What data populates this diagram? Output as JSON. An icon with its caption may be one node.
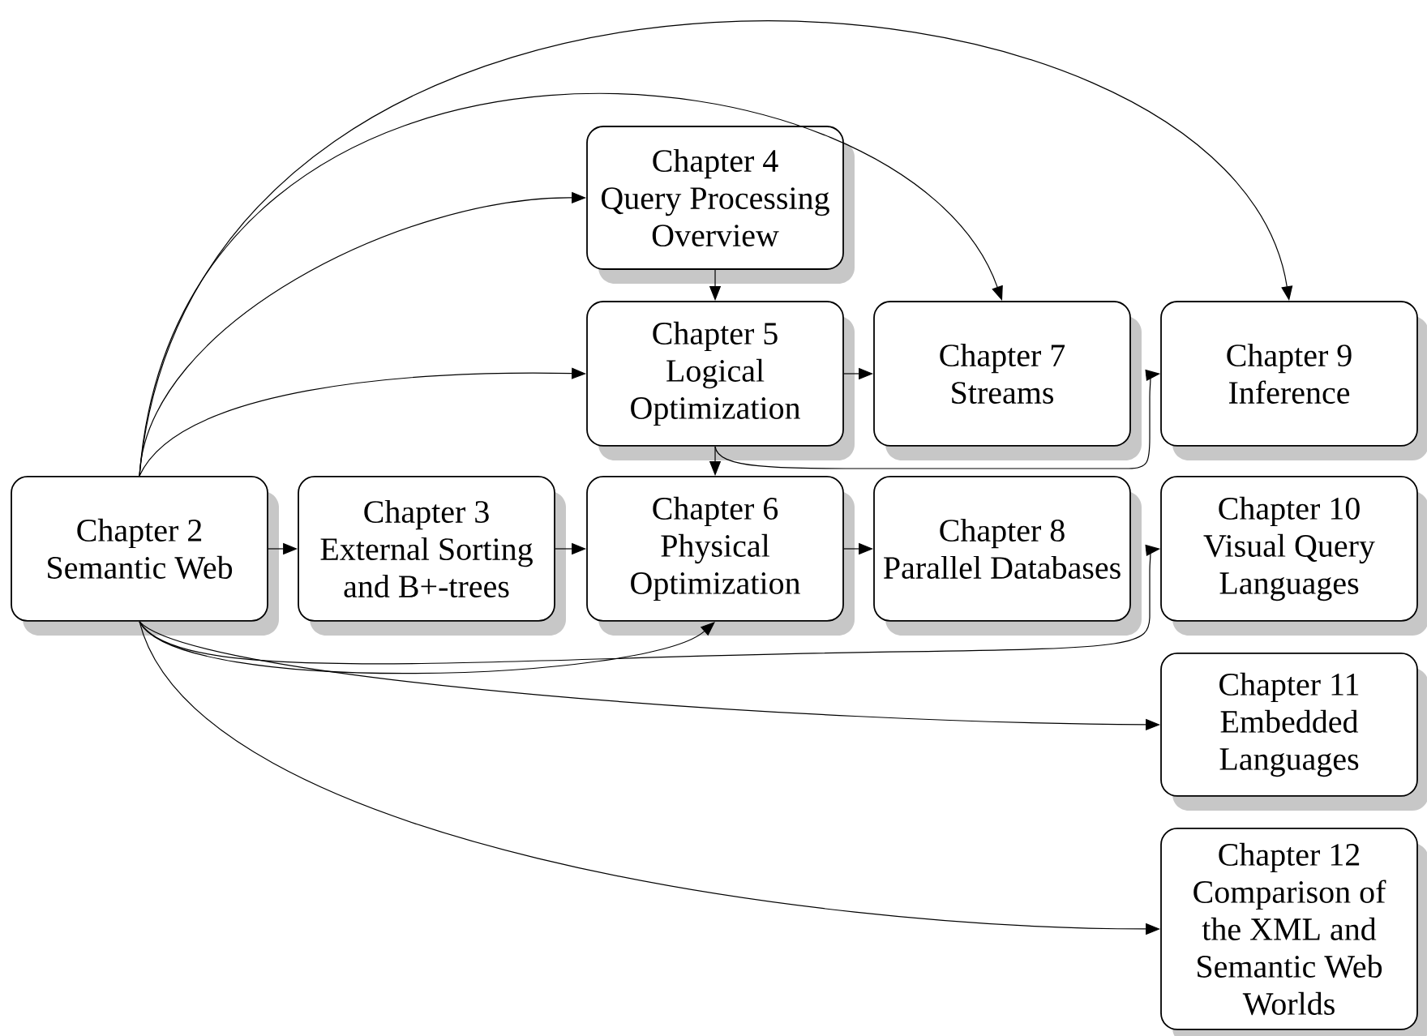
{
  "diagram": {
    "nodes": [
      {
        "text": [
          "Chapter 2",
          "Semantic Web"
        ]
      },
      {
        "text": [
          "Chapter 3",
          "External Sorting and B+-trees"
        ]
      },
      {
        "text": [
          "Chapter 4",
          "Query Processing Overview"
        ]
      },
      {
        "text": [
          "Chapter 5",
          "Logical Optimization"
        ]
      },
      {
        "text": [
          "Chapter 6",
          "Physical Optimization"
        ]
      },
      {
        "text": [
          "Chapter 7",
          "Streams"
        ]
      },
      {
        "text": [
          "Chapter 8",
          "Parallel Databases"
        ]
      },
      {
        "text": [
          "Chapter 9",
          "Inference"
        ]
      },
      {
        "text": [
          "Chapter 10",
          "Visual Query Languages"
        ]
      },
      {
        "text": [
          "Chapter 11",
          "Embedded Languages"
        ]
      },
      {
        "text": [
          "Chapter 12",
          "Comparison of the XML and Semantic Web Worlds"
        ]
      }
    ],
    "edges": [
      {
        "from": 0,
        "to": 1,
        "arrow": "to"
      },
      {
        "from": 1,
        "to": 4,
        "arrow": "to"
      },
      {
        "from": 4,
        "to": 6,
        "arrow": "to"
      },
      {
        "from": 2,
        "to": 3,
        "arrow": "to"
      },
      {
        "from": 3,
        "to": 4,
        "arrow": "to"
      },
      {
        "from": 3,
        "to": 5,
        "arrow": "to"
      },
      {
        "from": 3,
        "to": 7,
        "arrow": "to"
      },
      {
        "from": 0,
        "to": 2,
        "arrow": "to"
      },
      {
        "from": 0,
        "to": 3,
        "arrow": "to"
      },
      {
        "from": 0,
        "to": 5,
        "arrow": "to"
      },
      {
        "from": 0,
        "to": 7,
        "arrow": "to"
      },
      {
        "from": 0,
        "to": 4,
        "arrow": "to"
      },
      {
        "from": 0,
        "to": 8,
        "arrow": "to"
      },
      {
        "from": 0,
        "to": 9,
        "arrow": "to"
      },
      {
        "from": 0,
        "to": 10,
        "arrow": "to"
      }
    ]
  }
}
